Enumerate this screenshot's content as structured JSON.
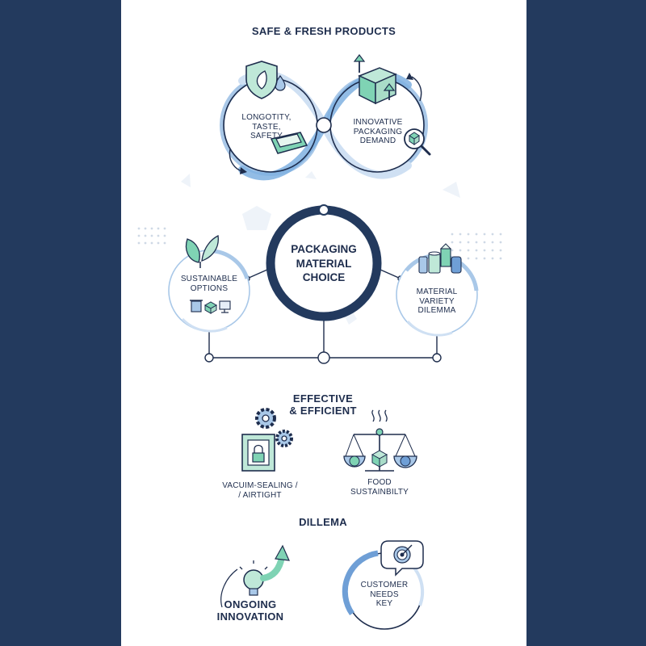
{
  "title": "SAFE & FRESH PRODUCTS",
  "top_left_label": "LONGOTITY,\nTASTE,\nSAFETY",
  "top_right_label": "INNOVATIVE\nPACKAGING\nDEMAND",
  "center_label": "PACKAGING\nMATERIAL\nCHOICE",
  "left_label": "SUSTAINABLE\nOPTIONS",
  "right_label": "MATERIAL\nVARIETY\nDILEMMA",
  "section_effective": "EFFECTIVE\n& EFFICIENT",
  "vacuum_label": "VACUIM-SEALING /\n/ AIRTIGHT",
  "food_label": "FOOD\nSUSTAINBILTY",
  "section_dilemma": "DILLEMA",
  "innovation_label": "ONGOING\nINNOVATION",
  "customer_label": "CUSTOMER\nNEEDS\nKEY",
  "colors": {
    "navy": "#233a5e",
    "dark": "#1e2d4d",
    "mint": "#7fd3b4",
    "light_blue": "#a9c8e8",
    "mid_blue": "#6f9fd6"
  }
}
